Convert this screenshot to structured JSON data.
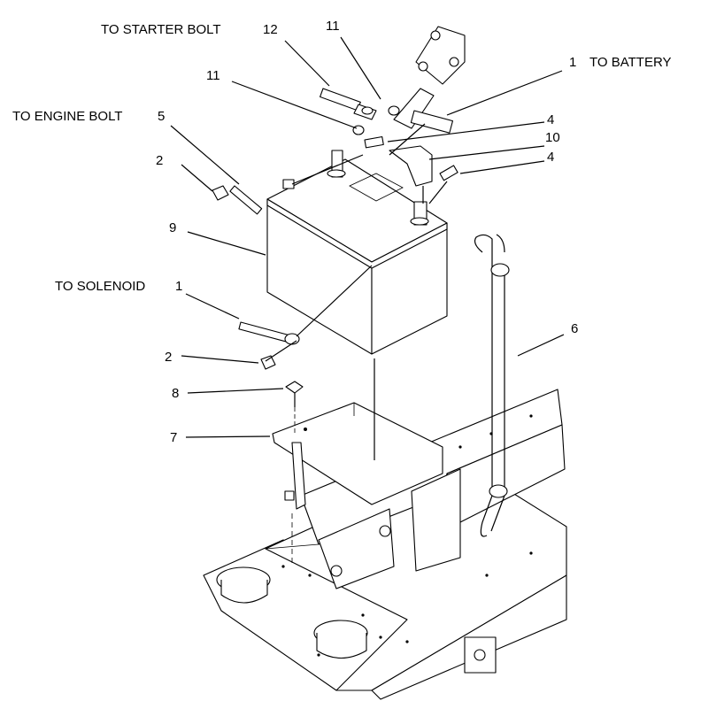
{
  "labels": {
    "to_starter_bolt": "TO STARTER BOLT",
    "num_12": "12",
    "num_11_top": "11",
    "num_1_battery": "1",
    "to_battery": "TO BATTERY",
    "num_11_left": "11",
    "to_engine_bolt": "TO ENGINE BOLT",
    "num_5": "5",
    "num_4_top": "4",
    "num_10": "10",
    "num_4_mid": "4",
    "num_2_top": "2",
    "num_9": "9",
    "num_6": "6",
    "to_solenoid": "TO SOLENOID",
    "num_1_solenoid": "1",
    "num_2_bottom": "2",
    "num_8": "8",
    "num_7": "7"
  },
  "colors": {
    "line": "#000000",
    "background": "#ffffff"
  }
}
